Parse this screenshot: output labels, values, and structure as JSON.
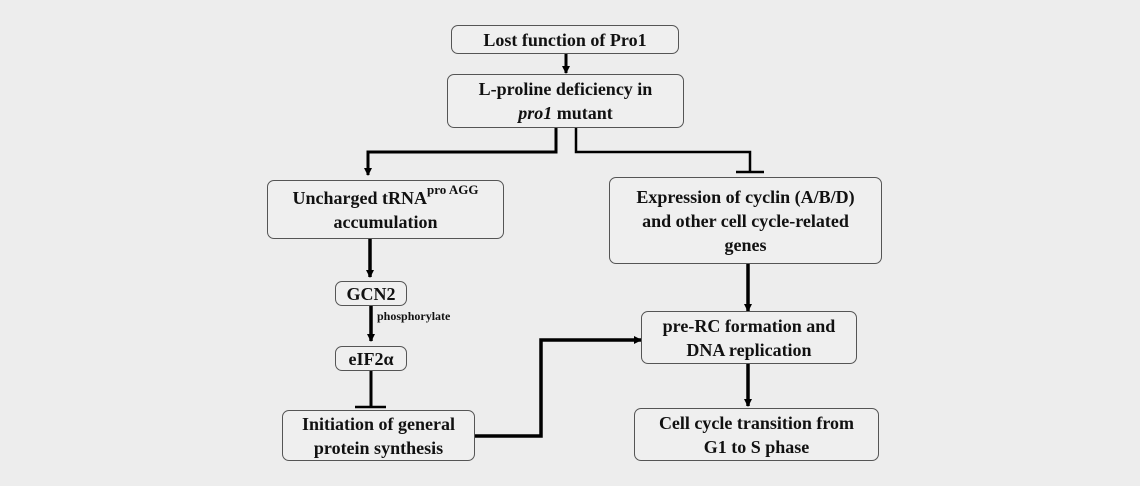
{
  "diagram": {
    "lost_function": "Lost function of Pro1",
    "proline_line1": "L-proline deficiency in",
    "proline_italic": "pro1",
    "proline_rest": " mutant",
    "uncharged_pre": "Uncharged tRNA",
    "uncharged_sup": "pro AGG",
    "uncharged_line2": "accumulation",
    "gcn2": "GCN2",
    "phosphorylate": "phosphorylate",
    "eif2": "eIF2α",
    "initiation_line1": "Initiation of general",
    "initiation_line2": "protein   synthesis",
    "expression_line1": "Expression of cyclin (A/B/D)",
    "expression_line2": "and other cell cycle-related",
    "expression_line3": "genes",
    "prerc_line1": "pre-RC formation and",
    "prerc_line2": "DNA replication",
    "transition_line1": "Cell cycle transition from",
    "transition_line2": "G1 to S phase"
  }
}
